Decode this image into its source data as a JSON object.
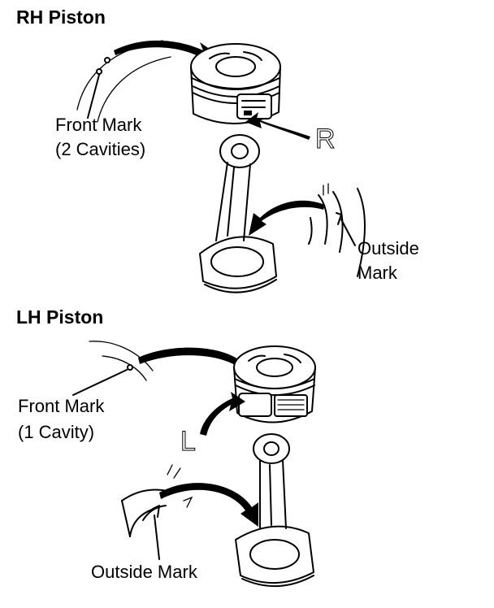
{
  "rh": {
    "heading": "RH Piston",
    "front_mark_line1": "Front Mark",
    "front_mark_line2": "(2 Cavities)",
    "side_mark": "R",
    "outside_mark_line1": "Outside",
    "outside_mark_line2": "Mark"
  },
  "lh": {
    "heading": "LH Piston",
    "front_mark_line1": "Front Mark",
    "front_mark_line2": "(1 Cavity)",
    "side_mark": "L",
    "outside_mark": "Outside Mark"
  }
}
